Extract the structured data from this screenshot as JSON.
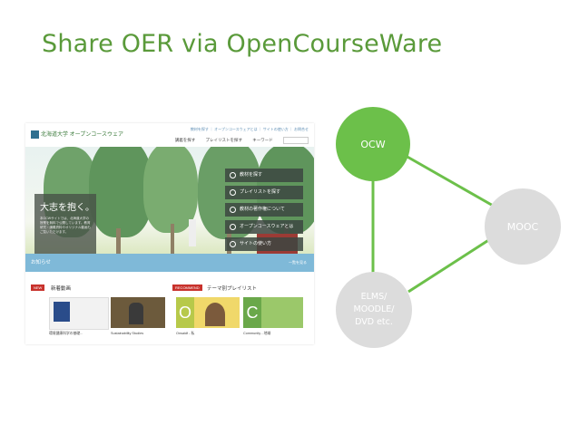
{
  "slide": {
    "title": "Share OER via OpenCourseWare"
  },
  "colors": {
    "title": "#5a9a3a",
    "ocw_node": "#6cc04a",
    "other_nodes": "#dcdcdc",
    "edges": "#6cc04a"
  },
  "diagram": {
    "nodes": [
      {
        "id": "ocw",
        "label": "OCW",
        "highlighted": true
      },
      {
        "id": "mooc",
        "label": "MOOC",
        "highlighted": false
      },
      {
        "id": "elms",
        "label_lines": [
          "ELMS/",
          "MOODLE/",
          "DVD etc."
        ],
        "highlighted": false
      }
    ],
    "edges": [
      [
        "ocw",
        "mooc"
      ],
      [
        "mooc",
        "elms"
      ],
      [
        "ocw",
        "elms"
      ]
    ]
  },
  "website": {
    "logo_text": "北海道大学 オープンコースウェア",
    "top_links": "教材を探す ｜ オープンコースウェアとは ｜ サイトの使い方 ｜ お問合せ",
    "nav": [
      "講義を探す",
      "プレイリストを探す",
      "キーワード"
    ],
    "catch_heading": "大志を抱く。",
    "catch_text": "本OCWサイトでは、北海道大学の授業を無料で公開しています。教育研究・講義資料やオリジナル動画もご覧いただけます。",
    "menu": [
      "教材を探す",
      "プレイリストを探す",
      "教材の著作権について",
      "オープンコースウェアとは",
      "サイトの使い方"
    ],
    "news_label": "お知らせ",
    "news_more": "一覧を見る",
    "new_tag": "NEW",
    "new_section": "新着動画",
    "recommend_tag": "RECOMMEND",
    "recommend_section": "テーマ別プレイリスト",
    "captions": [
      "環境健康科学の基礎...",
      "Sustainability Studies",
      "Onsaidf - 私",
      "Community - 地域"
    ]
  }
}
